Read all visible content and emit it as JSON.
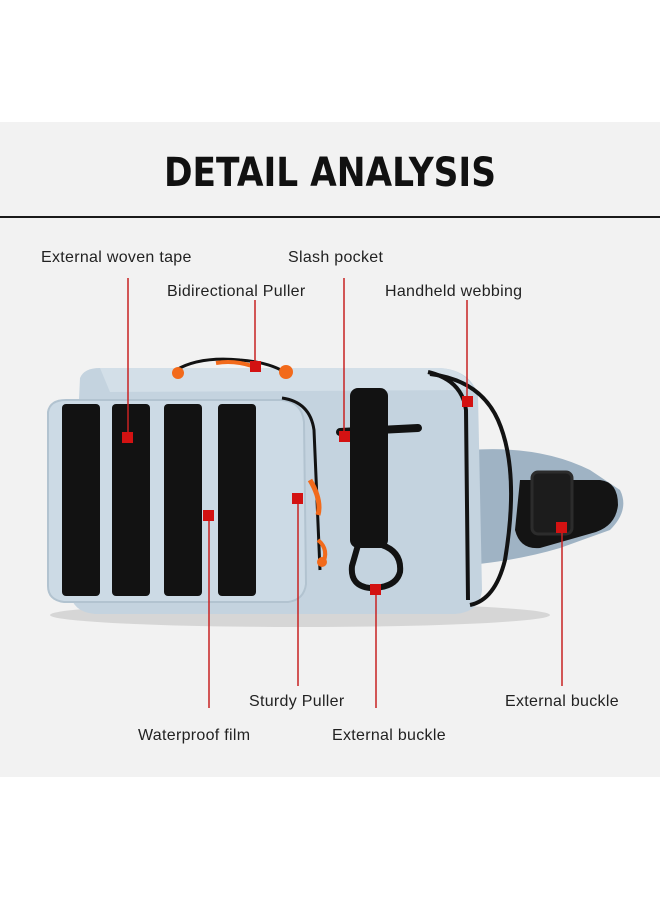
{
  "title": "DETAIL ANALYSIS",
  "labels": {
    "external_woven_tape": "External woven tape",
    "slash_pocket": "Slash pocket",
    "bidirectional_puller": "Bidirectional Puller",
    "handheld_webbing": "Handheld webbing",
    "sturdy_puller": "Sturdy Puller",
    "external_buckle_right": "External buckle",
    "waterproof_film": "Waterproof film",
    "external_buckle_center": "External buckle"
  },
  "colors": {
    "background_panel": "#f2f2f2",
    "bag_body": "#c4d3df",
    "webbing": "#121212",
    "puller_accent": "#f26a1b",
    "marker": "#d31212",
    "leader_line": "#c82222"
  }
}
